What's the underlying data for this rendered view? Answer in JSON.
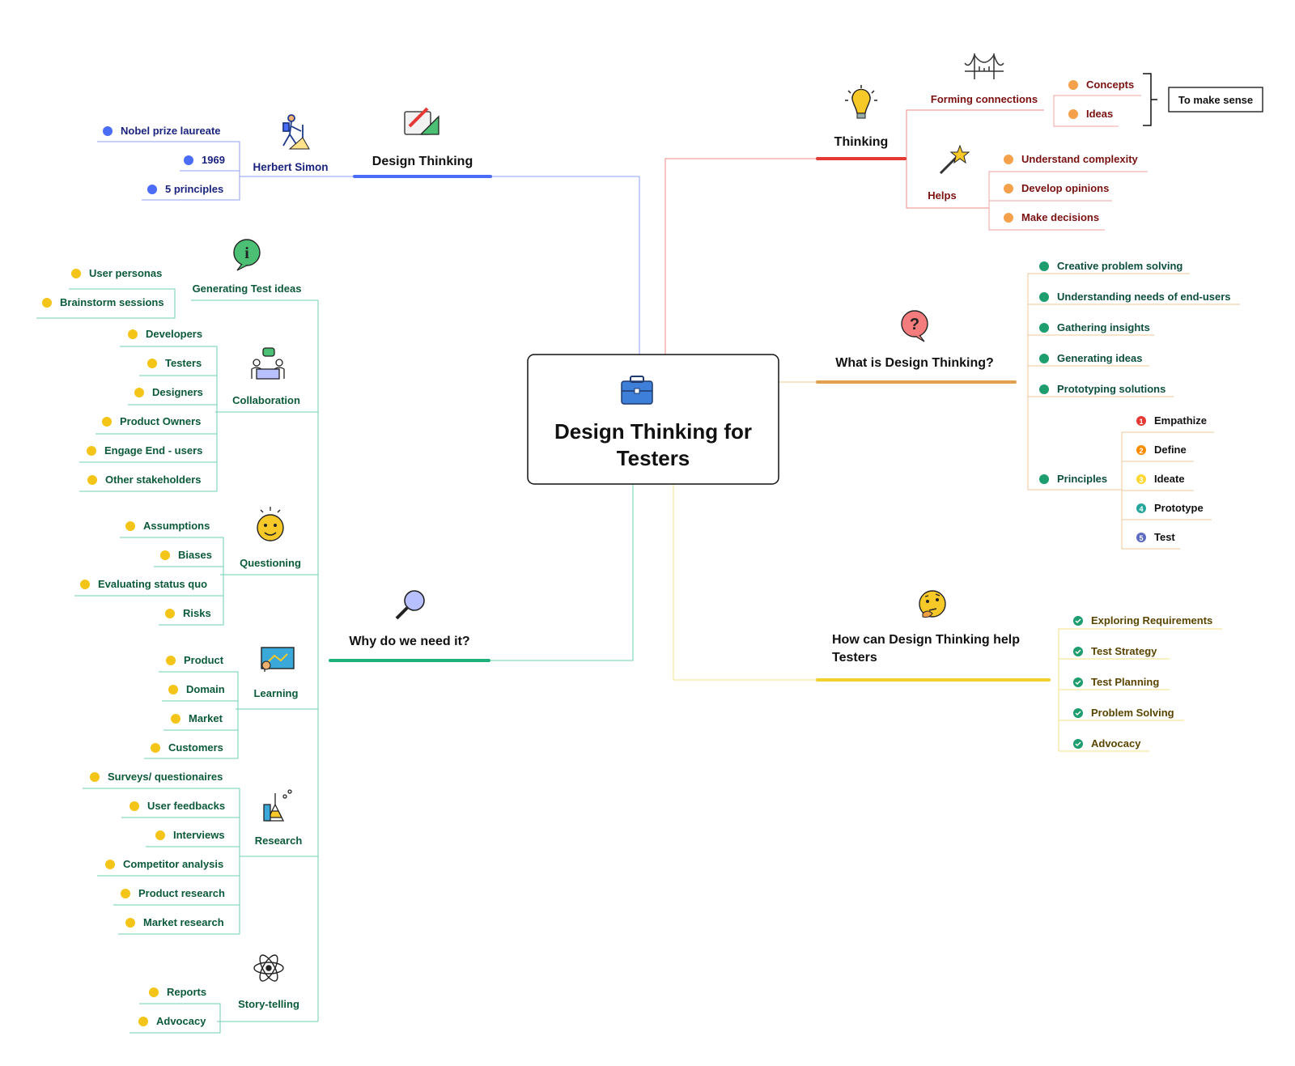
{
  "center": {
    "title_line1": "Design Thinking for",
    "title_line2": "Testers",
    "icon": "briefcase-icon"
  },
  "design_thinking": {
    "label": "Design Thinking",
    "icon": "pencil-ruler-icon",
    "herbert_simon": {
      "label": "Herbert Simon",
      "icon": "hiker-icon",
      "items": [
        "Nobel prize laureate",
        "1969",
        "5 principles"
      ]
    }
  },
  "thinking": {
    "label": "Thinking",
    "icon": "lightbulb-icon",
    "forming": {
      "label": "Forming connections",
      "icon": "bridge-icon",
      "items": [
        "Concepts",
        "Ideas"
      ],
      "note": "To make sense"
    },
    "helps": {
      "label": "Helps",
      "icon": "magic-wand-icon",
      "items": [
        "Understand complexity",
        "Develop opinions",
        "Make decisions"
      ]
    }
  },
  "what": {
    "label": "What is Design Thinking?",
    "icon": "question-icon",
    "items": [
      "Creative problem solving",
      "Understanding needs of end-users",
      "Gathering insights",
      "Generating ideas",
      "Prototyping solutions"
    ],
    "principles": {
      "label": "Principles",
      "items": [
        {
          "num": "1",
          "label": "Empathize",
          "color": "#e53935"
        },
        {
          "num": "2",
          "label": "Define",
          "color": "#fb8c00"
        },
        {
          "num": "3",
          "label": "Ideate",
          "color": "#fdd835"
        },
        {
          "num": "4",
          "label": "Prototype",
          "color": "#26a69a"
        },
        {
          "num": "5",
          "label": "Test",
          "color": "#5c6bc0"
        }
      ]
    }
  },
  "how": {
    "label_line1": "How can Design Thinking help",
    "label_line2": "Testers",
    "icon": "thinking-face-icon",
    "items": [
      "Exploring Requirements",
      "Test Strategy",
      "Test Planning",
      "Problem Solving",
      "Advocacy"
    ]
  },
  "why": {
    "label": "Why do we need it?",
    "icon": "magnifier-icon",
    "generating": {
      "label": "Generating Test ideas",
      "icon": "info-icon",
      "items": [
        "User personas",
        "Brainstorm sessions"
      ]
    },
    "collaboration": {
      "label": "Collaboration",
      "icon": "meeting-icon",
      "items": [
        "Developers",
        "Testers",
        "Designers",
        "Product Owners",
        "Engage End - users",
        "Other stakeholders"
      ]
    },
    "questioning": {
      "label": "Questioning",
      "icon": "smiley-icon",
      "items": [
        "Assumptions",
        "Biases",
        "Evaluating status quo",
        "Risks"
      ]
    },
    "learning": {
      "label": "Learning",
      "icon": "whiteboard-icon",
      "items": [
        "Product",
        "Domain",
        "Market",
        "Customers"
      ]
    },
    "research": {
      "label": "Research",
      "icon": "flask-icon",
      "items": [
        "Surveys/ questionaires",
        "User feedbacks",
        "Interviews",
        "Competitor analysis",
        "Product research",
        "Market research"
      ]
    },
    "story": {
      "label": "Story-telling",
      "icon": "atom-icon",
      "items": [
        "Reports",
        "Advocacy"
      ]
    }
  },
  "colors": {
    "design_thinking": "#4a6cf7",
    "thinking": "#e53935",
    "what": "#e0a050",
    "how": "#f2d12e",
    "why": "#1db07a",
    "orange_dot": "#f5a04a",
    "green_dot": "#1e9e6e",
    "yellow_dot": "#f4c518",
    "blue_dot": "#4a6cf7"
  }
}
